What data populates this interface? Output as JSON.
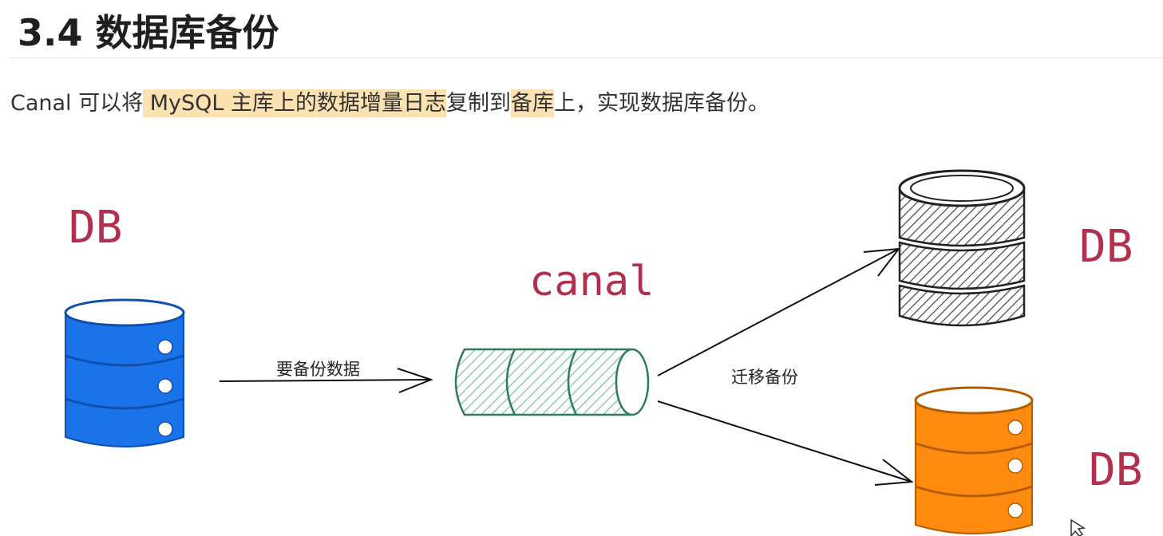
{
  "section": {
    "number": "3.4",
    "title": "数据库备份"
  },
  "paragraph": {
    "part1": "Canal 可以将",
    "highlight1": " MySQL 主库上的数据增量日志",
    "part2": "复制到",
    "highlight2": "备库",
    "part3": "上，实现数据库备份。"
  },
  "diagram": {
    "source_label": "DB",
    "middle_label": "canal",
    "arrow1_label": "要备份数据",
    "arrow2_label": "迁移备份",
    "target1_label": "DB",
    "target2_label": "DB",
    "colors": {
      "source_db": "#1a73e8",
      "canal_pipe": "#2e9a5f",
      "target1_db": "#3a3a3a",
      "target2_db": "#ff8a10",
      "label_red": "#b2304e",
      "highlight": "#fbe2b0"
    },
    "icons": [
      "database-icon",
      "pipe-icon",
      "arrow-icon",
      "mouse-cursor-icon"
    ]
  }
}
